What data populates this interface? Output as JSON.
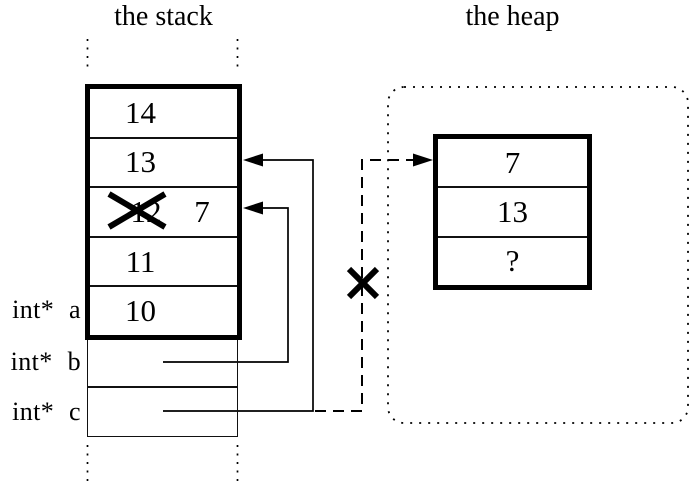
{
  "titles": {
    "stack": "the stack",
    "heap": "the heap"
  },
  "stack_cells": [
    {
      "label": "14"
    },
    {
      "label": "13"
    },
    {
      "old_label": "12",
      "new_label": "7",
      "crossed_out": true
    },
    {
      "label": "11"
    },
    {
      "label": "10"
    }
  ],
  "pointer_labels": [
    {
      "label": "int* a"
    },
    {
      "label": "int* b"
    },
    {
      "label": "int* c"
    }
  ],
  "heap_cells": [
    {
      "label": "7"
    },
    {
      "label": "13"
    },
    {
      "label": "?"
    }
  ],
  "colors": {
    "line": "#000000",
    "background": "#ffffff"
  }
}
